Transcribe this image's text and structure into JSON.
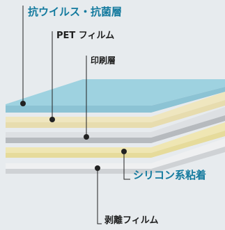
{
  "labels": {
    "antiviral": "抗ウイルス・抗菌層",
    "pet": "PET フィルム",
    "print": "印刷層",
    "adhesive": "シリコン系粘着",
    "release": "剥離フィルム"
  },
  "colors": {
    "background": "#e7ebee",
    "accent_label": "#137a9e",
    "dark_label": "#1f1f1f",
    "antiviral_top": "#9ed2e0",
    "antiviral_side": "#8cc3d4",
    "pet_top": "#efe6bf",
    "pet_side": "#e7dcae",
    "print_top": "#dde0e3",
    "print_side": "#b6babe",
    "adhesive_top": "#efe6b3",
    "adhesive_side": "#e6db9b",
    "release_top": "#eff0f1",
    "release_side": "#cfd2d5",
    "leader_line": "#222222"
  }
}
